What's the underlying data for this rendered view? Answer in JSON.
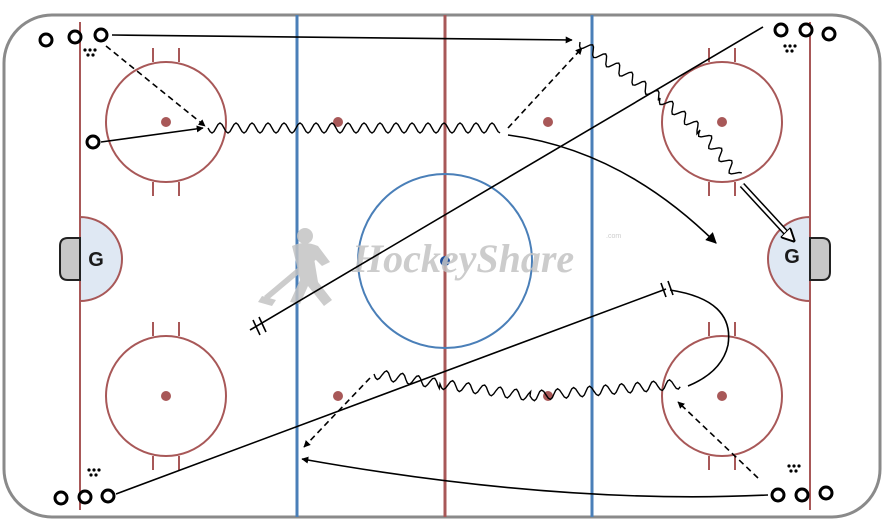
{
  "watermark": {
    "brand": "HockeyShare",
    "suffix": ".com"
  },
  "goalies": {
    "left_label": "G",
    "right_label": "G"
  },
  "colors": {
    "board": "#8a8a8a",
    "red_line": "#a85858",
    "blue_line": "#4a7fb8",
    "center_dot": "#1f4e9c",
    "crease_fill": "#dfe8f3",
    "goal_fill": "#c8c8c8",
    "arrow": "#000000",
    "watermark": "#c4c4c4"
  },
  "legend_shapes": [
    "skater-circle",
    "puck-dot",
    "skating-line",
    "pass-dashed-line",
    "stickhandle-wavy-line",
    "shot-double-line",
    "stop-bar"
  ]
}
